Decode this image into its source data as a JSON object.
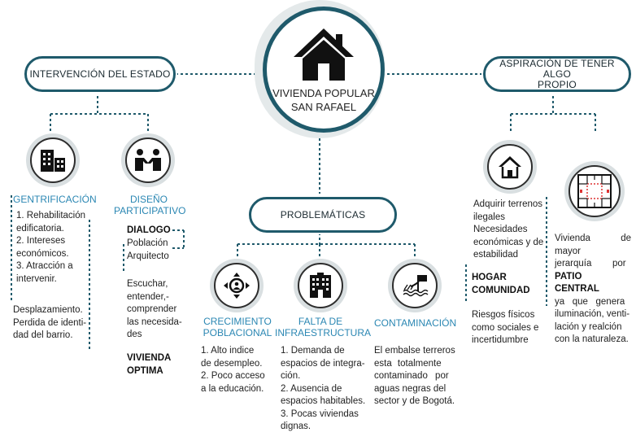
{
  "center": {
    "title_line1": "VIVIENDA POPULAR",
    "title_line2": "SAN RAFAEL",
    "icon": "house-icon"
  },
  "left_pill": "INTERVENCIÓN DEL ESTADO",
  "right_pill": {
    "line1": "ASPIRACIÓN DE TENER ALGO",
    "line2": "PROPIO"
  },
  "middle_pill": "PROBLEMÁTICAS",
  "gentrificacion": {
    "icon": "buildings-icon",
    "heading": "GENTRIFICACIÓN",
    "items": [
      "1. Rehabilitación",
      "edificatoria.",
      "2. Intereses",
      "económicos.",
      "3. Atracción a",
      "intervenir."
    ],
    "effect": [
      "Desplazamiento.",
      "Perdida de identi-",
      "dad del barrio."
    ]
  },
  "diseno": {
    "icon": "handshake-icon",
    "heading_line1": "DISEÑO",
    "heading_line2": "PARTICIPATIVO",
    "dialogo": "DIALOGO",
    "actors": [
      "Población",
      "Arquitecto"
    ],
    "process": [
      "Escuchar,",
      "entender,-",
      "comprender",
      "las necesida-",
      "des"
    ],
    "result_line1": "VIVIENDA",
    "result_line2": "OPTIMA"
  },
  "crecimiento": {
    "icon": "expansion-icon",
    "heading_line1": "CRECIMIENTO",
    "heading_line2": "POBLACIONAL",
    "items": [
      "1. Alto indice",
      "de desempleo.",
      "2. Poco acceso",
      "a la educación."
    ]
  },
  "falta": {
    "icon": "apartment-building-icon",
    "heading_line1": "FALTA DE",
    "heading_line2": "INFRAESTRUCTURA",
    "items": [
      "1. Demanda de",
      "espacios de integra-",
      "ción.",
      "2. Ausencia de",
      "espacios habitables.",
      "3. Pocas viviendas",
      "dignas."
    ]
  },
  "contaminacion": {
    "icon": "polluted-water-icon",
    "heading": "CONTAMINACIÓN",
    "text": [
      "El embalse terreros",
      "esta      totalmente",
      "contaminado    por",
      "aguas negras del",
      "sector y de Bogotá."
    ]
  },
  "adquirir": {
    "icon": "home-outline-icon",
    "items": [
      "Adquirir terrenos",
      "ilegales",
      "Necesidades",
      "económicas y de",
      "estabilidad"
    ],
    "hogar_line1": "HOGAR",
    "hogar_line2": "COMUNIDAD",
    "risks": [
      "Riesgos físicos",
      "como sociales e",
      "incertidumbre"
    ]
  },
  "patio": {
    "icon": "floor-plan-icon",
    "text_line1": "Vivienda de mayor",
    "text_line2": "jerarquía        por",
    "patio_bold": "PATIO CENTRAL",
    "text_rest": [
      "ya   que   genera",
      "iluminación, venti-",
      "lación y realción",
      "con la naturaleza."
    ]
  },
  "colors": {
    "dark_teal": "#1f5a6b",
    "heading_blue": "#2b87b3",
    "ring_gray": "#d9dfe1",
    "line": "#1f5a6b"
  }
}
